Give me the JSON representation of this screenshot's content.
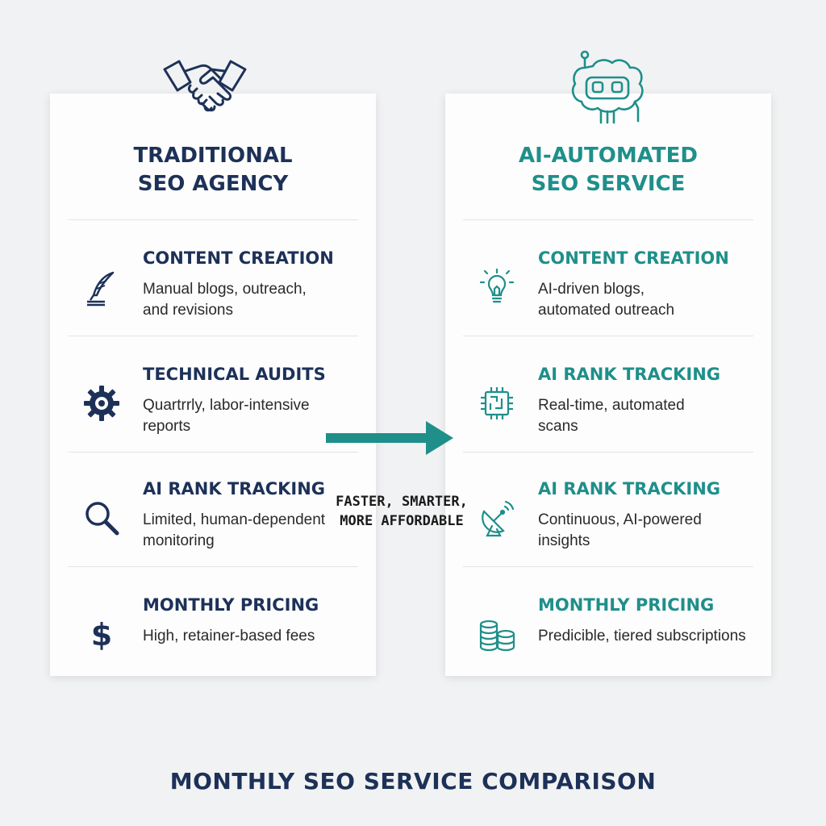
{
  "colors": {
    "navy": "#1d3158",
    "teal": "#1f8f8a",
    "background": "#f1f2f3"
  },
  "left": {
    "icon": "handshake-icon",
    "title_line1": "TRADITIONAL",
    "title_line2": "SEO AGENCY",
    "rows": [
      {
        "icon": "quill-pen-icon",
        "title": "CONTENT CREATION",
        "desc_line1": "Manual blogs, outreach,",
        "desc_line2": "and revisions"
      },
      {
        "icon": "gear-icon",
        "title": "TECHNICAL AUDITS",
        "desc_line1": "Quartrrly, labor-intensive",
        "desc_line2": "reports"
      },
      {
        "icon": "magnifier-icon",
        "title": "AI RANK TRACKING",
        "desc_line1": "Limited, human-dependent",
        "desc_line2": "monitoring"
      },
      {
        "icon": "dollar-icon",
        "title": "MONTHLY PRICING",
        "desc_line1": "High, retainer-based fees",
        "desc_line2": ""
      }
    ]
  },
  "right": {
    "icon": "robot-brain-icon",
    "title_line1": "AI-AUTOMATED",
    "title_line2": "SEO SERVICE",
    "rows": [
      {
        "icon": "lightbulb-icon",
        "title": "CONTENT CREATION",
        "desc_line1": "AI-driven blogs,",
        "desc_line2": "automated outreach"
      },
      {
        "icon": "chip-icon",
        "title": "AI RANK TRACKING",
        "desc_line1": "Real-time, automated",
        "desc_line2": "scans"
      },
      {
        "icon": "satellite-dish-icon",
        "title": "AI RANK TRACKING",
        "desc_line1": "Continuous, AI-powered",
        "desc_line2": "insights"
      },
      {
        "icon": "coin-stack-icon",
        "title": "MONTHLY PRICING",
        "desc_line1": "Predicible, tiered subscriptions",
        "desc_line2": ""
      }
    ]
  },
  "arrow_label_line1": "FASTER, SMARTER,",
  "arrow_label_line2": "MORE AFFORDABLE",
  "footer_title": "MONTHLY SEO SERVICE COMPARISON"
}
